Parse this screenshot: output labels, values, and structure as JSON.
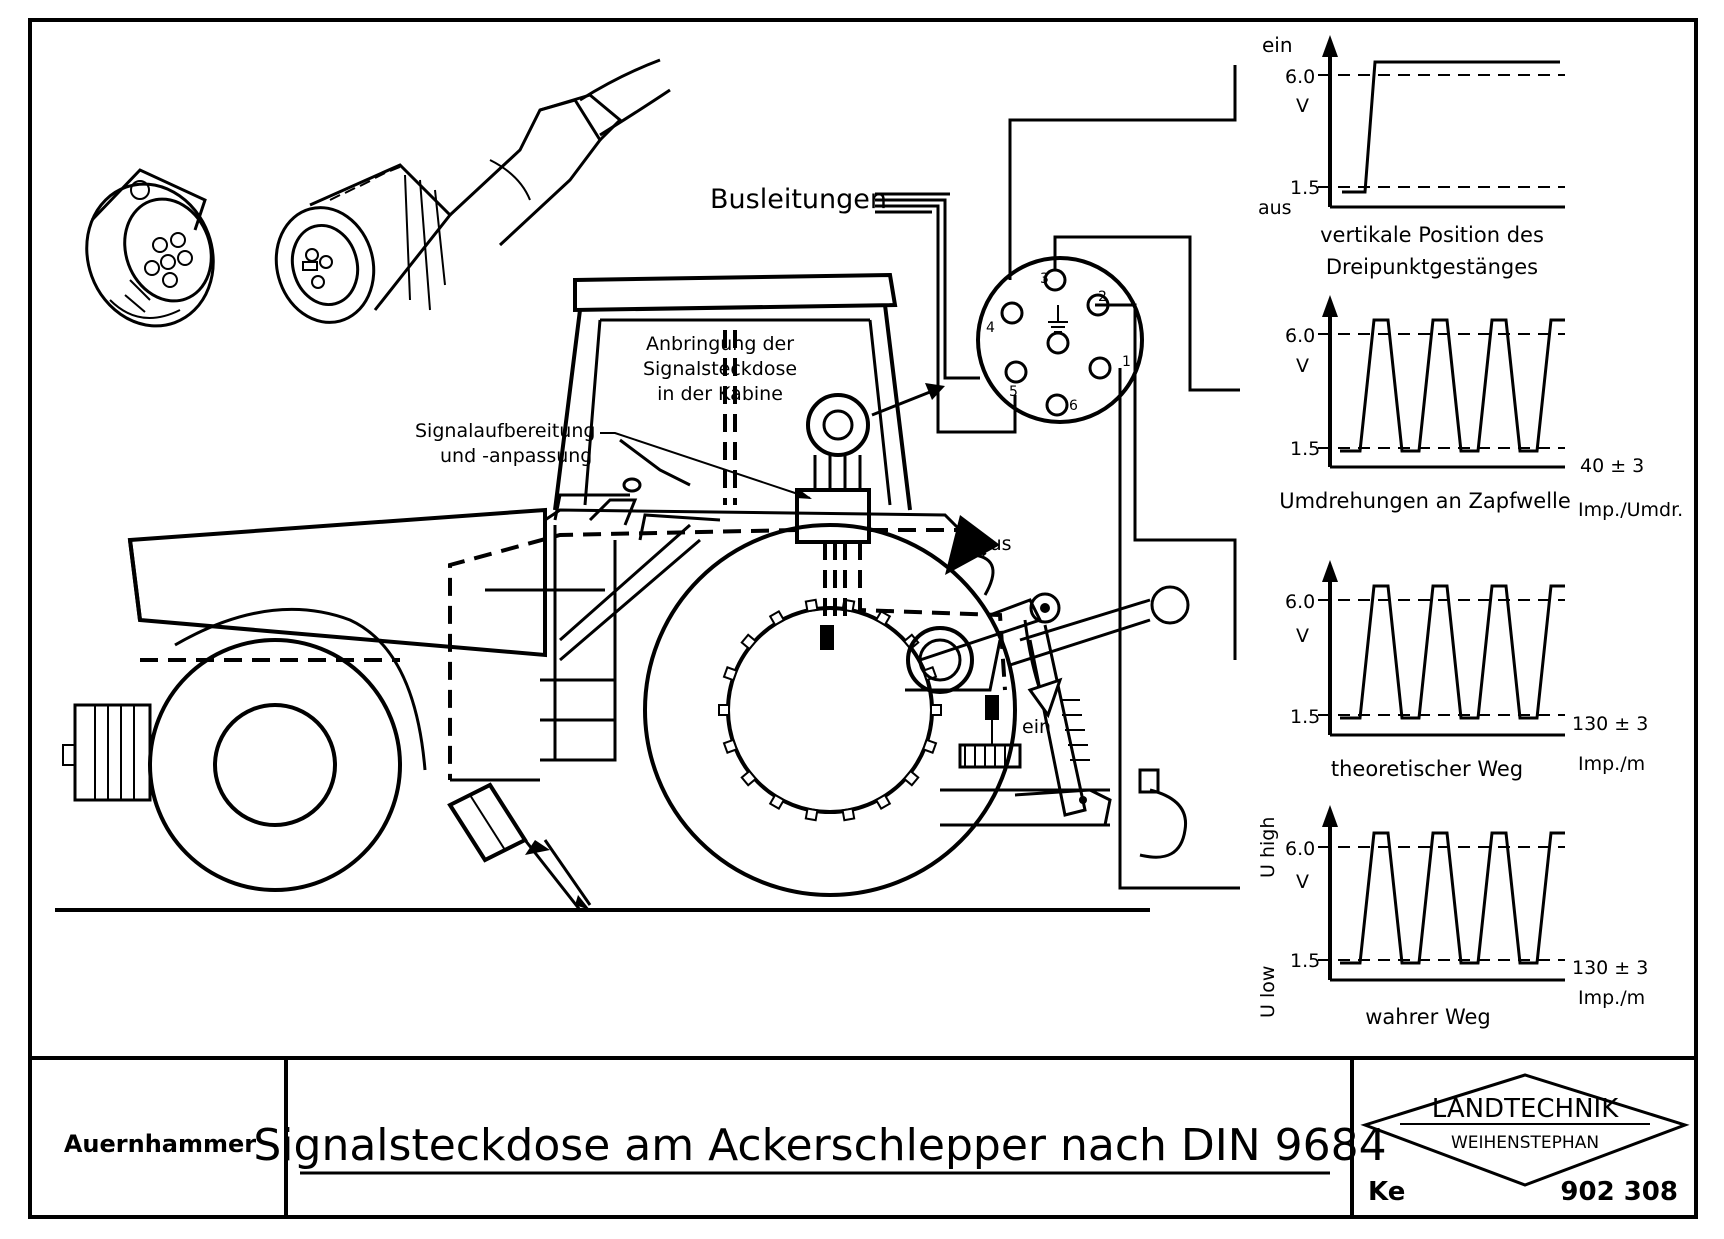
{
  "diagram": {
    "labels": {
      "bus": "Busleitungen",
      "mount_1": "Anbringung der",
      "mount_2": "Signalsteckdose",
      "mount_3": "in der Kabine",
      "proc_1": "Signalaufbereitung",
      "proc_2": "und -anpassung",
      "aus": "aus",
      "ein": "ein"
    },
    "socket_pins": [
      "1",
      "2",
      "3",
      "4",
      "5",
      "6"
    ],
    "charts": [
      {
        "id": "hitch",
        "top_label": "ein",
        "bottom_label": "aus",
        "high": "6.0",
        "unit": "V",
        "low": "1.5",
        "caption_1": "vertikale Position des",
        "caption_2": "Dreipunktgestänges"
      },
      {
        "id": "pto",
        "high": "6.0",
        "unit": "V",
        "low": "1.5",
        "caption_1": "Umdrehungen an Zapfwelle",
        "value": "40  ±  3",
        "value_unit": "Imp./Umdr."
      },
      {
        "id": "theoretical",
        "high": "6.0",
        "unit": "V",
        "low": "1.5",
        "caption_1": "theoretischer Weg",
        "value": "130  ±  3",
        "value_unit": "Imp./m"
      },
      {
        "id": "true",
        "high": "6.0",
        "unit": "V",
        "low": "1.5",
        "u_high": "U high",
        "u_low": "U low",
        "caption_1": "wahrer Weg",
        "value": "130  ±  3",
        "value_unit": "Imp./m"
      }
    ]
  },
  "title_block": {
    "author": "Auernhammer",
    "title": "Signalsteckdose am Ackerschlepper nach DIN 9684",
    "logo_top": "LANDTECHNIK",
    "logo_bottom": "WEIHENSTEPHAN",
    "code": "Ke",
    "number": "902 308"
  }
}
